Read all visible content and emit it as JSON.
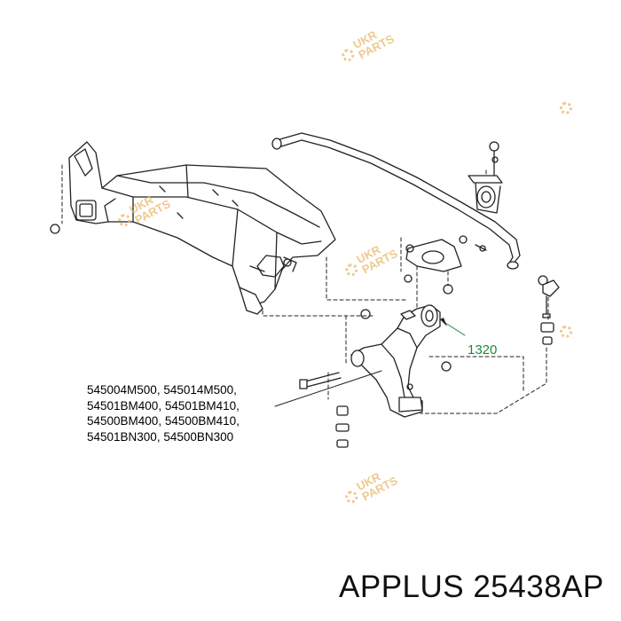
{
  "callout": {
    "text": "1320",
    "color": "#1a8a3a"
  },
  "part_numbers": [
    "545004M500, 545014M500,",
    "54501BM400, 54501BM410,",
    "54500BM400, 54500BM410,",
    "54501BN300, 54500BN300"
  ],
  "brand_footer": "APPLUS 25438AP",
  "watermark": {
    "line1": "UKR",
    "line2": "PARTS",
    "icon": "gear-icon",
    "color": "#e9b86a"
  }
}
